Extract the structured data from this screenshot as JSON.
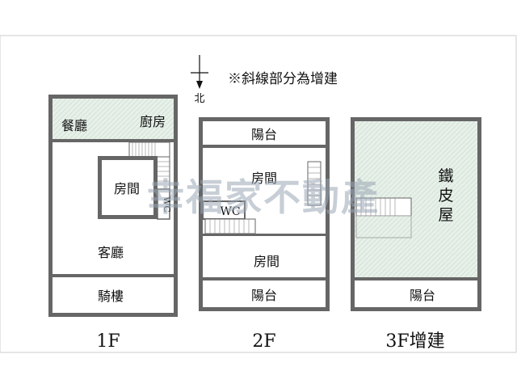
{
  "note": "※斜線部分為增建",
  "north_label": "北",
  "watermark": "幸福家不動產",
  "colors": {
    "extension_fill": "#e7f0e9",
    "wall": "#555555",
    "watermark": "#9aa7b5"
  },
  "floors": {
    "f1": {
      "label": "1F",
      "rooms": {
        "dining": "餐廳",
        "kitchen": "廚房",
        "bedroom": "房間",
        "wc": "WC",
        "living": "客廳",
        "arcade": "騎樓"
      }
    },
    "f2": {
      "label": "2F",
      "rooms": {
        "balcony_top": "陽台",
        "bedroom_upper": "房間",
        "wc": "WC",
        "bedroom_lower": "房間",
        "balcony_bottom": "陽台"
      }
    },
    "f3": {
      "label": "3F增建",
      "rooms": {
        "iron_house": "鐵皮屋",
        "balcony": "陽台"
      }
    }
  }
}
